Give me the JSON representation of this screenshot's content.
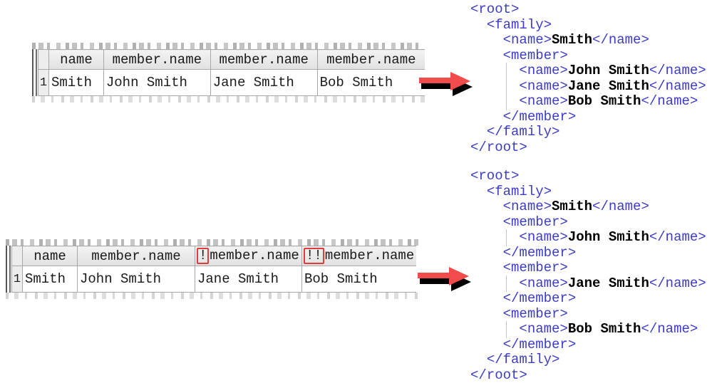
{
  "colors": {
    "xml_tag": "#3c3cc8",
    "xml_value": "#000000",
    "red_box": "#e23b3b",
    "arrow_red": "#f14b4b",
    "arrow_shadow": "#000000"
  },
  "example_merged": {
    "grid": {
      "row_number": "1",
      "headers": [
        {
          "flag": "",
          "label": "name"
        },
        {
          "flag": "",
          "label": "member.name"
        },
        {
          "flag": "",
          "label": "member.name"
        },
        {
          "flag": "",
          "label": "member.name"
        }
      ],
      "cells": [
        "Smith",
        "John Smith",
        "Jane Smith",
        "Bob Smith"
      ]
    },
    "xml_lines": [
      {
        "text": "<root>"
      },
      {
        "text": "  <family>"
      },
      {
        "text": "    <name>Smith</name>"
      },
      {
        "text": "    <member>"
      },
      {
        "text": "      <name>John Smith</name>",
        "guide": true
      },
      {
        "text": "      <name>Jane Smith</name>",
        "guide": true
      },
      {
        "text": "      <name>Bob Smith</name>",
        "guide": true
      },
      {
        "text": "    </member>"
      },
      {
        "text": "  </family>"
      },
      {
        "text": "</root>"
      }
    ]
  },
  "example_split": {
    "grid": {
      "row_number": "1",
      "headers": [
        {
          "flag": "",
          "label": "name"
        },
        {
          "flag": "",
          "label": "member.name"
        },
        {
          "flag": "!",
          "label": "member.name"
        },
        {
          "flag": "!!",
          "label": "member.name"
        }
      ],
      "cells": [
        "Smith",
        "John Smith",
        "Jane Smith",
        "Bob Smith"
      ]
    },
    "xml_lines": [
      {
        "text": "<root>"
      },
      {
        "text": "  <family>"
      },
      {
        "text": "    <name>Smith</name>"
      },
      {
        "text": "    <member>"
      },
      {
        "text": "      <name>John Smith</name>",
        "guide": true
      },
      {
        "text": "    </member>"
      },
      {
        "text": "    <member>"
      },
      {
        "text": "      <name>Jane Smith</name>",
        "guide": true
      },
      {
        "text": "    </member>"
      },
      {
        "text": "    <member>"
      },
      {
        "text": "      <name>Bob Smith</name>",
        "guide": true
      },
      {
        "text": "    </member>"
      },
      {
        "text": "  </family>"
      },
      {
        "text": "</root>"
      }
    ]
  }
}
